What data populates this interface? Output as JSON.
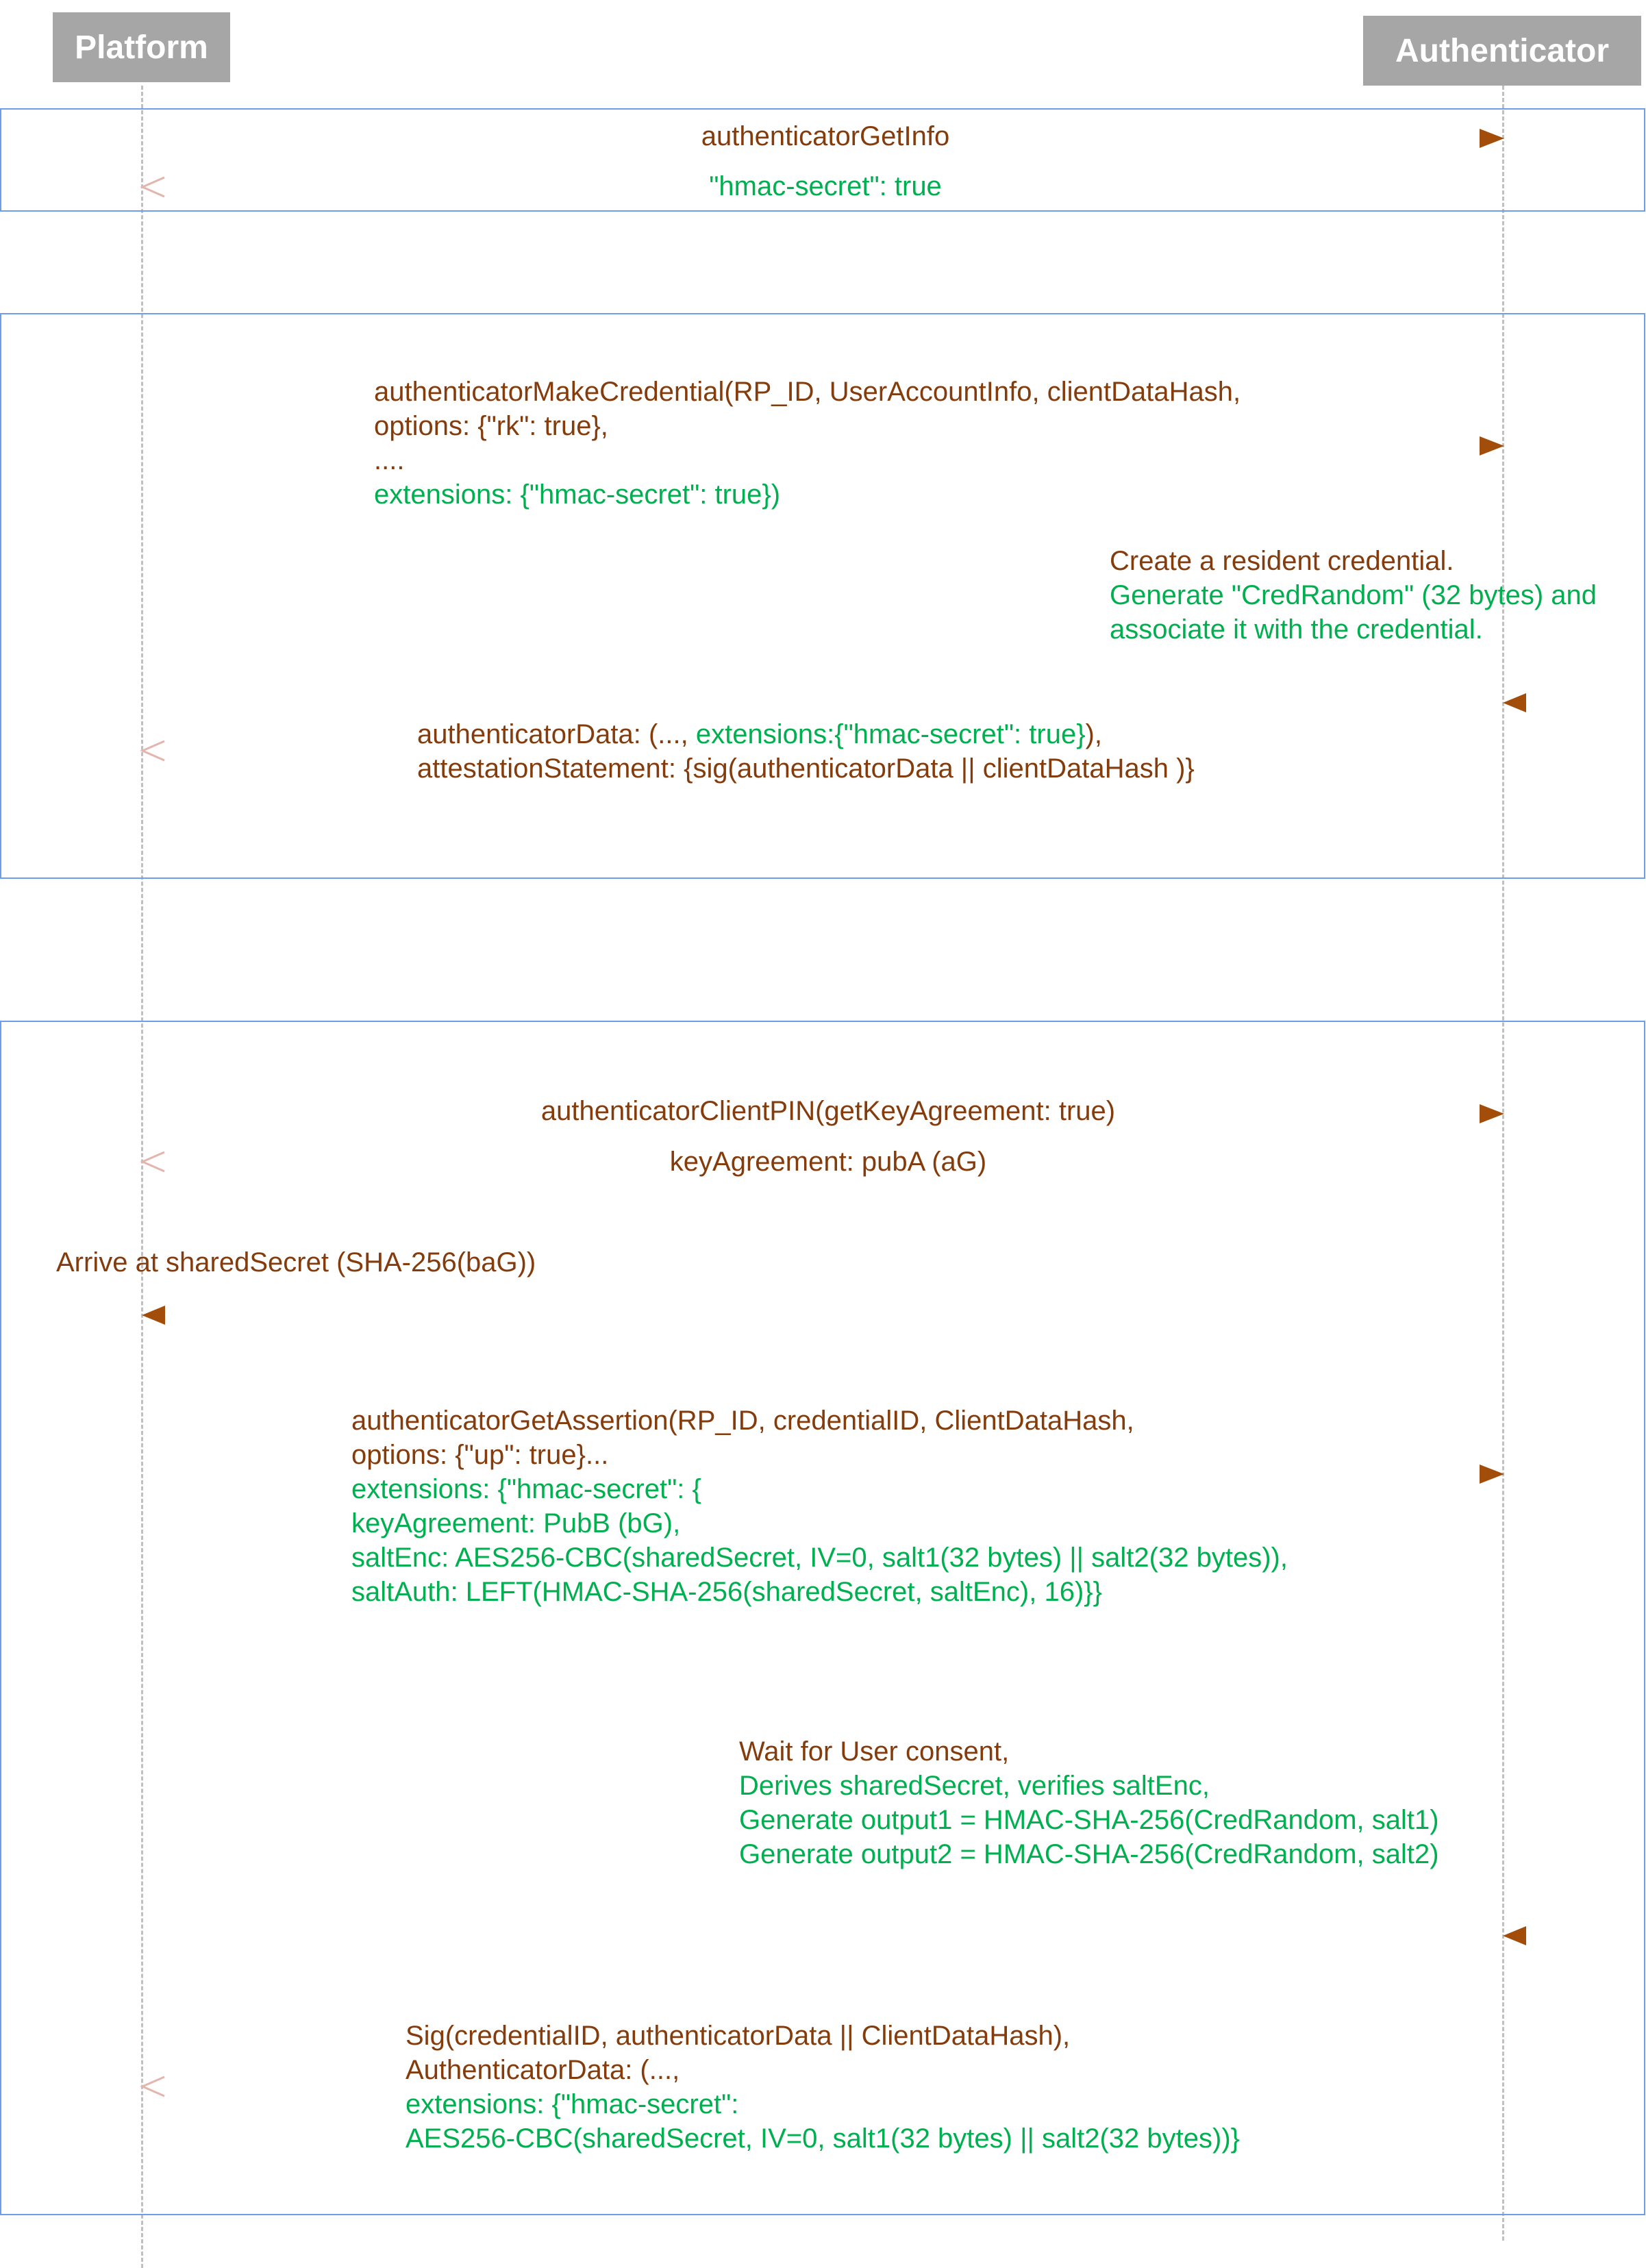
{
  "actors": {
    "platform": "Platform",
    "authenticator": "Authenticator"
  },
  "colors": {
    "actor_bg": "#a6a6a6",
    "frame_border": "#6d9eeb",
    "call_text": "#843c0c",
    "extension_text": "#00b050",
    "arrow": "#a34d0a",
    "return_arrow": "#e2b6ad"
  },
  "get_info": {
    "request": "authenticatorGetInfo",
    "response": "\"hmac-secret\": true"
  },
  "make_credential": {
    "request_lines": [
      "authenticatorMakeCredential(RP_ID, UserAccountInfo, clientDataHash,",
      "options: {\"rk\": true},",
      "...."
    ],
    "request_extension": "extensions: {\"hmac-secret\": true})",
    "note_line1": "Create a resident credential.",
    "note_ext_lines": [
      "Generate \"CredRandom\" (32 bytes) and",
      "associate it with the credential."
    ],
    "response_line1_prefix": "authenticatorData: (..., ",
    "response_line1_ext": "extensions:{\"hmac-secret\": true}",
    "response_line1_suffix": "),",
    "response_line2": "attestationStatement: {sig(authenticatorData || clientDataHash )}"
  },
  "get_assertion": {
    "client_pin_request": "authenticatorClientPIN(getKeyAgreement: true)",
    "client_pin_response": "keyAgreement: pubA (aG)",
    "shared_secret_note": "Arrive at sharedSecret (SHA-256(baG))",
    "request_lines": [
      "authenticatorGetAssertion(RP_ID, credentialID, ClientDataHash,",
      "options: {\"up\": true}..."
    ],
    "request_ext_lines": [
      "extensions: {\"hmac-secret\": {",
      "keyAgreement: PubB (bG),",
      "saltEnc: AES256-CBC(sharedSecret, IV=0, salt1(32 bytes) || salt2(32 bytes)),",
      "saltAuth: LEFT(HMAC-SHA-256(sharedSecret, saltEnc), 16)}}"
    ],
    "note_line1": "Wait for User consent,",
    "note_ext_lines": [
      "Derives sharedSecret, verifies saltEnc,",
      "Generate output1 = HMAC-SHA-256(CredRandom, salt1)",
      "Generate output2 = HMAC-SHA-256(CredRandom, salt2)"
    ],
    "response_lines": [
      "Sig(credentialID, authenticatorData || ClientDataHash),",
      "AuthenticatorData: (...,"
    ],
    "response_ext_lines": [
      "extensions: {\"hmac-secret\":",
      "AES256-CBC(sharedSecret, IV=0, salt1(32 bytes) || salt2(32 bytes))}"
    ]
  }
}
